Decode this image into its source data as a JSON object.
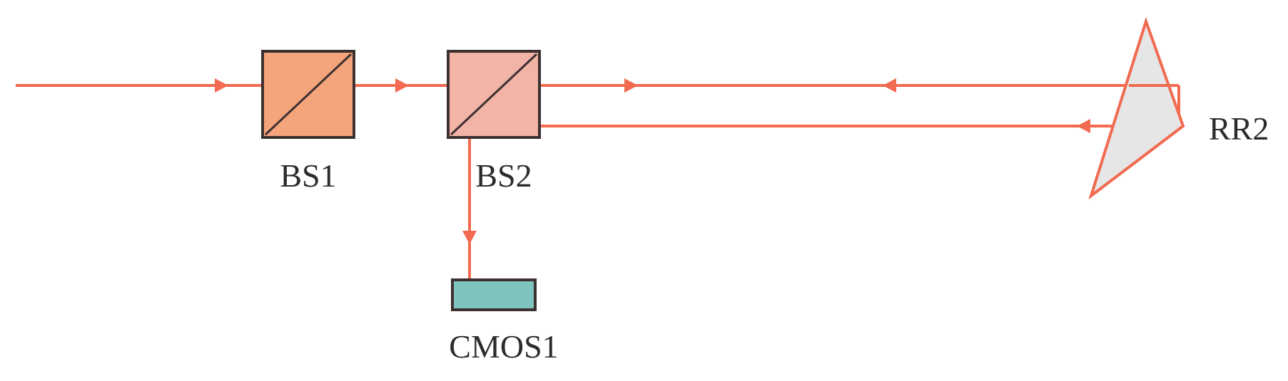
{
  "components": {
    "bs1": {
      "label": "BS1"
    },
    "bs2": {
      "label": "BS2"
    },
    "rr2": {
      "label": "RR2"
    },
    "cmos1": {
      "label": "CMOS1"
    }
  },
  "colors": {
    "beam": "#f26a4f",
    "bs1_fill": "#f5a57c",
    "bs2_fill": "#f2b4a6",
    "frame": "#3d3030",
    "retroreflector_fill": "#e6e6e6",
    "cmos_fill": "#7dc4bf",
    "label": "#2b2b2b"
  }
}
